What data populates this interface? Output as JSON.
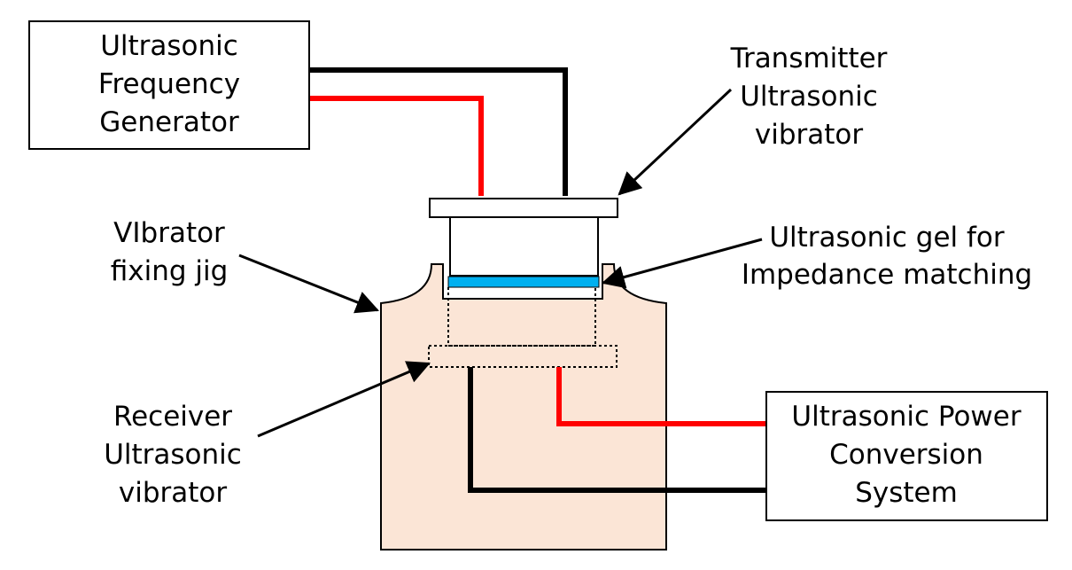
{
  "colors": {
    "jig_fill": "#fbe5d6",
    "gel": "#00b0f0",
    "wire_positive": "#ff0000",
    "wire_negative": "#000000"
  },
  "generator": {
    "lines": [
      "Ultrasonic",
      "Frequency",
      "Generator"
    ]
  },
  "transmitter": {
    "lines": [
      "Transmitter",
      "Ultrasonic",
      "vibrator"
    ]
  },
  "jig": {
    "lines": [
      "VIbrator",
      "fixing jig"
    ]
  },
  "gel": {
    "lines": [
      "Ultrasonic gel for",
      "Impedance matching"
    ]
  },
  "receiver": {
    "lines": [
      "Receiver",
      "Ultrasonic",
      "vibrator"
    ]
  },
  "power_system": {
    "lines": [
      "Ultrasonic Power",
      "Conversion",
      "System"
    ]
  }
}
